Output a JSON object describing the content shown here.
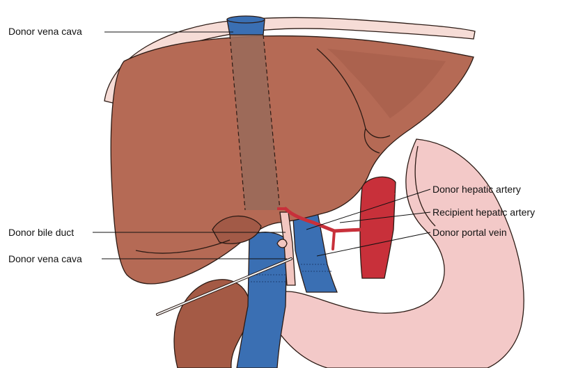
{
  "labels": {
    "donor_vena_cava_top": "Donor vena cava",
    "donor_bile_duct": "Donor bile duct",
    "donor_vena_cava_bottom": "Donor vena cava",
    "donor_hepatic_artery": "Donor hepatic artery",
    "recipient_hepatic_artery": "Recipient hepatic artery",
    "donor_portal_vein": "Donor portal vein"
  },
  "colors": {
    "liver": "#b56a55",
    "liver_shade": "#a25a47",
    "vena_cava_band": "#9a6a5a",
    "vein": "#3a6fb3",
    "artery": "#c8303a",
    "bile_duct": "#f2c6c0",
    "stomach": "#f3c9c8",
    "kidney": "#a45a45",
    "diaphragm": "#f6dcd6"
  }
}
